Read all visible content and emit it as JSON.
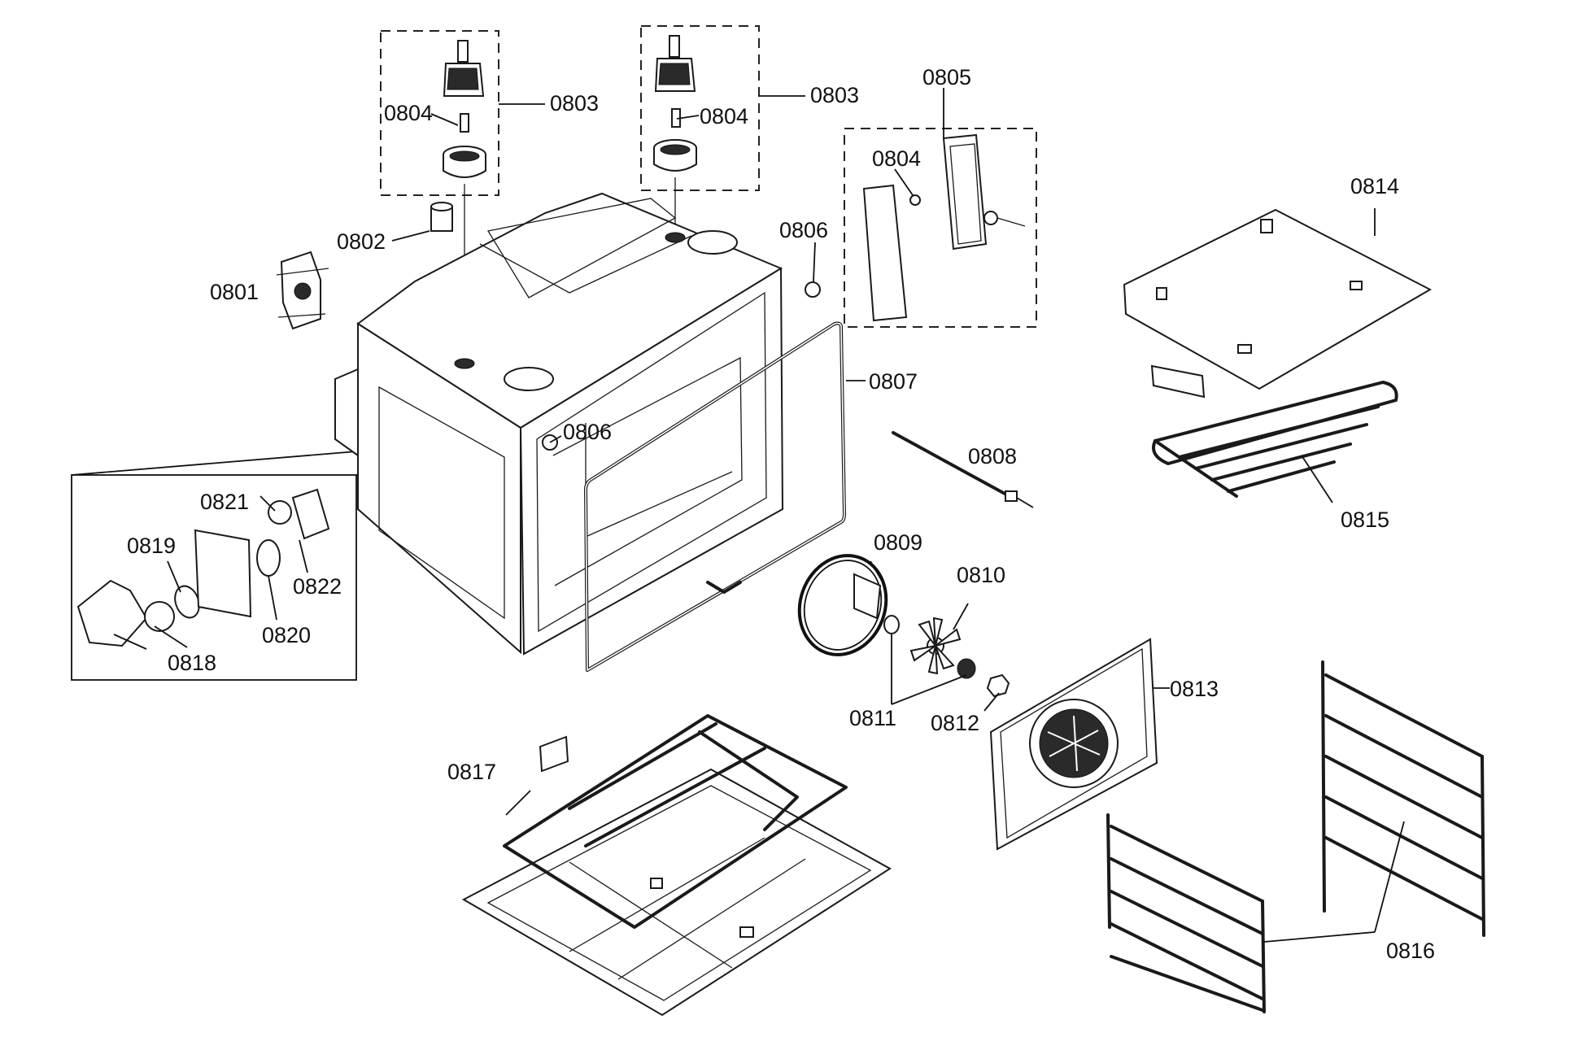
{
  "labels": {
    "p0801": "0801",
    "p0802": "0802",
    "p0803a": "0803",
    "p0803b": "0803",
    "p0804a": "0804",
    "p0804b": "0804",
    "p0804c": "0804",
    "p0805": "0805",
    "p0806a": "0806",
    "p0806b": "0806",
    "p0807": "0807",
    "p0808": "0808",
    "p0809": "0809",
    "p0810": "0810",
    "p0811": "0811",
    "p0812": "0812",
    "p0813": "0813",
    "p0814": "0814",
    "p0815": "0815",
    "p0816": "0816",
    "p0817": "0817",
    "p0818": "0818",
    "p0819": "0819",
    "p0820": "0820",
    "p0821": "0821",
    "p0822": "0822"
  }
}
